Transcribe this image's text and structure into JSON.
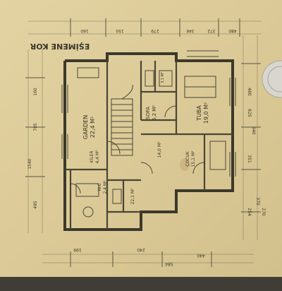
{
  "sheet": {
    "title": "EŞİMENE KOR"
  },
  "rooms": {
    "garden": {
      "name": "GARDEN",
      "area": "22,4 M²"
    },
    "sofa": {
      "name": "SOFA",
      "area": "6,2 M²"
    },
    "tuba": {
      "name": "TUBA",
      "area": "19,0 M²"
    },
    "mutfak": {
      "area": "14,0 M²"
    },
    "cocuk": {
      "name": "ÇOCUK",
      "area": "15,1 M²"
    },
    "banyo": {
      "area": "3,1 M²"
    },
    "wc": {
      "name": "W.C",
      "area": "2,4 M²"
    },
    "kiler": {
      "name": "KİLER",
      "area": "4,4 M²"
    },
    "hall": {
      "area": "22,1 M²"
    }
  },
  "dimensions": {
    "top": [
      "160",
      "150",
      "279",
      "346",
      "372",
      "480"
    ],
    "right": [
      "940",
      "480",
      "625",
      "351",
      "254",
      "370",
      "270"
    ],
    "left": [
      "705",
      "1540",
      "495",
      "160"
    ],
    "bottom": [
      "440",
      "199",
      "240",
      "584"
    ]
  }
}
